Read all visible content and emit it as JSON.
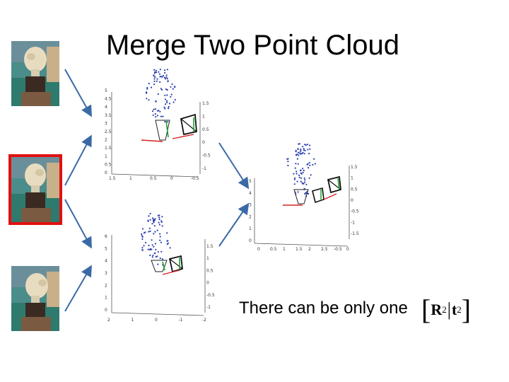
{
  "title": "Merge Two Point Cloud",
  "caption": "There can be only one",
  "formula": {
    "rotation_symbol": "R",
    "rotation_sub": "2",
    "separator": "|",
    "translation_symbol": "t",
    "translation_sub": "2"
  },
  "photos": [
    {
      "name": "photo-top",
      "selected": false
    },
    {
      "name": "photo-middle",
      "selected": true
    },
    {
      "name": "photo-bottom",
      "selected": false
    }
  ],
  "plots": {
    "top_left": {
      "left_ticks": [
        "5",
        "4.5",
        "4",
        "3.5",
        "3",
        "2.5",
        "2",
        "1.5",
        "1",
        "0.5",
        "0"
      ],
      "right_ticks": [
        "1.5",
        "1",
        "0.5",
        "0",
        "-0.5",
        "-1"
      ],
      "bottom_ticks": [
        "1.5",
        "1",
        "0.5",
        "0",
        "-0.5"
      ]
    },
    "bottom_left": {
      "left_ticks": [
        "6",
        "5",
        "4",
        "3",
        "2",
        "1",
        "0"
      ],
      "right_ticks": [
        "1.5",
        "1",
        "0.5",
        "0",
        "-0.5",
        "-1"
      ],
      "bottom_ticks": [
        "2",
        "1",
        "0",
        "-1",
        "-2"
      ]
    },
    "right": {
      "left_ticks": [
        "5",
        "4",
        "3",
        "2",
        "1",
        "0"
      ],
      "right_ticks": [
        "1.5",
        "1",
        "0.5",
        "0",
        "-0.5",
        "-1",
        "-1.5"
      ],
      "bottom_ticks": [
        "0",
        "0.5",
        "1",
        "1.5",
        "2",
        "2.5",
        "-0.5",
        "0"
      ]
    }
  },
  "colors": {
    "points": "#2a3fb0",
    "camera_red": "#d62020",
    "camera_green": "#1aa52a",
    "selection": "#e01010",
    "arrow": "#3a6aa6"
  }
}
